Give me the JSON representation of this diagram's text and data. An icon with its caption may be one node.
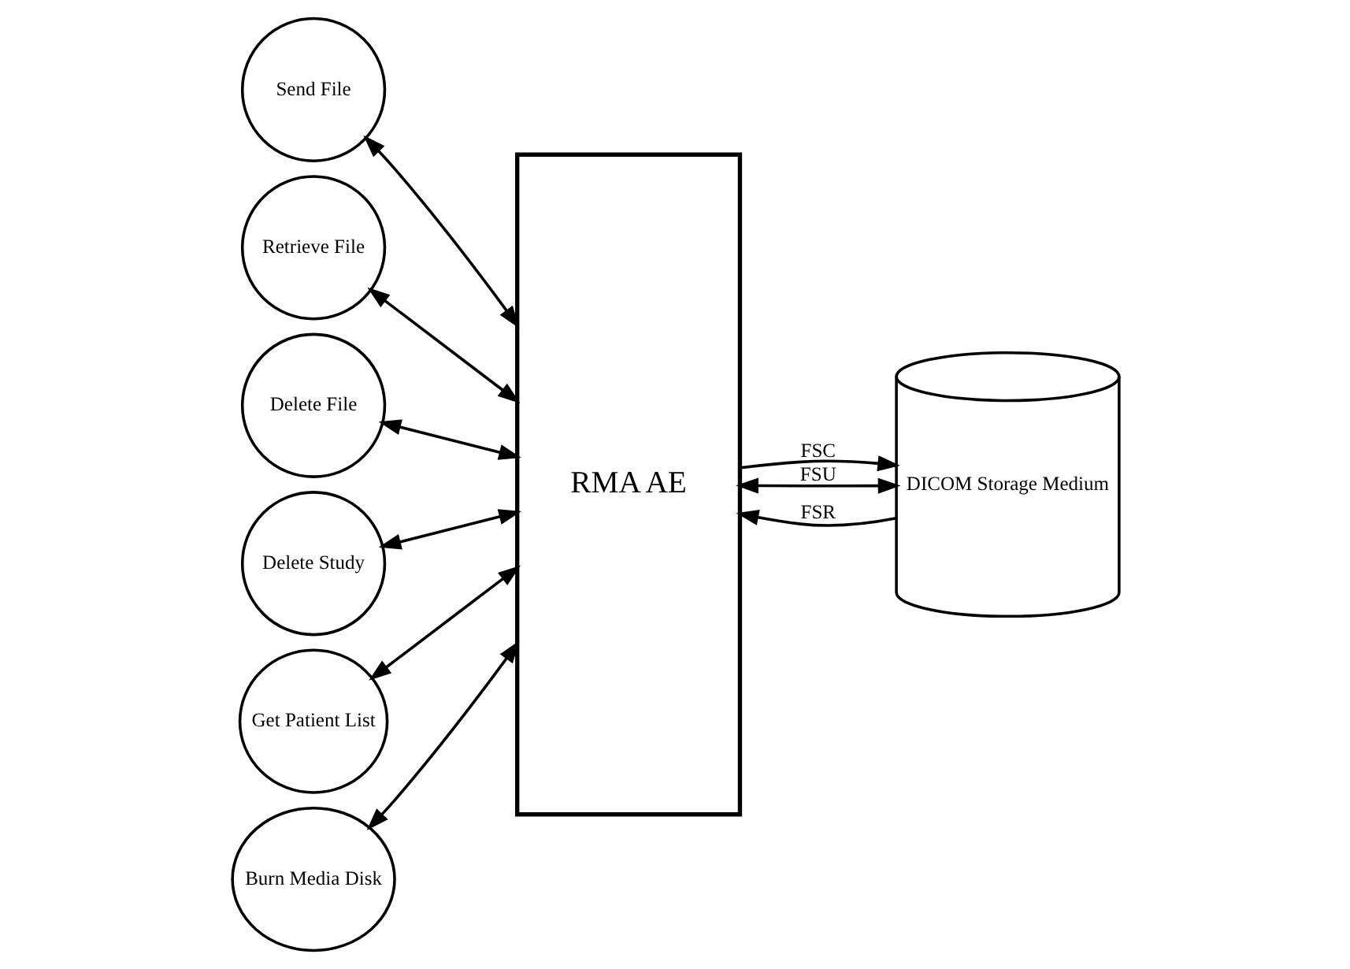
{
  "diagram": {
    "nodes": [
      {
        "text": [
          "Send File"
        ]
      },
      {
        "text": [
          "Retrieve File"
        ]
      },
      {
        "text": [
          "Delete File"
        ]
      },
      {
        "text": [
          "Delete Study"
        ]
      },
      {
        "text": [
          "Get Patient List"
        ]
      },
      {
        "text": [
          "Burn Media Disk"
        ]
      },
      {
        "text": [
          "RMA AE"
        ]
      },
      {
        "text": [
          "DICOM Storage Medium"
        ]
      }
    ],
    "edges": [
      {
        "from": 0,
        "to": 6,
        "arrow": "both"
      },
      {
        "from": 1,
        "to": 6,
        "arrow": "both"
      },
      {
        "from": 2,
        "to": 6,
        "arrow": "both"
      },
      {
        "from": 3,
        "to": 6,
        "arrow": "both"
      },
      {
        "from": 4,
        "to": 6,
        "arrow": "both"
      },
      {
        "from": 5,
        "to": 6,
        "arrow": "both"
      },
      {
        "from": 6,
        "to": 7,
        "arrow": "to",
        "label": "FSC"
      },
      {
        "from": 7,
        "to": 6,
        "arrow": "to",
        "label": "FSR"
      },
      {
        "from": 6,
        "to": 7,
        "arrow": "both",
        "label": "FSU"
      }
    ]
  }
}
